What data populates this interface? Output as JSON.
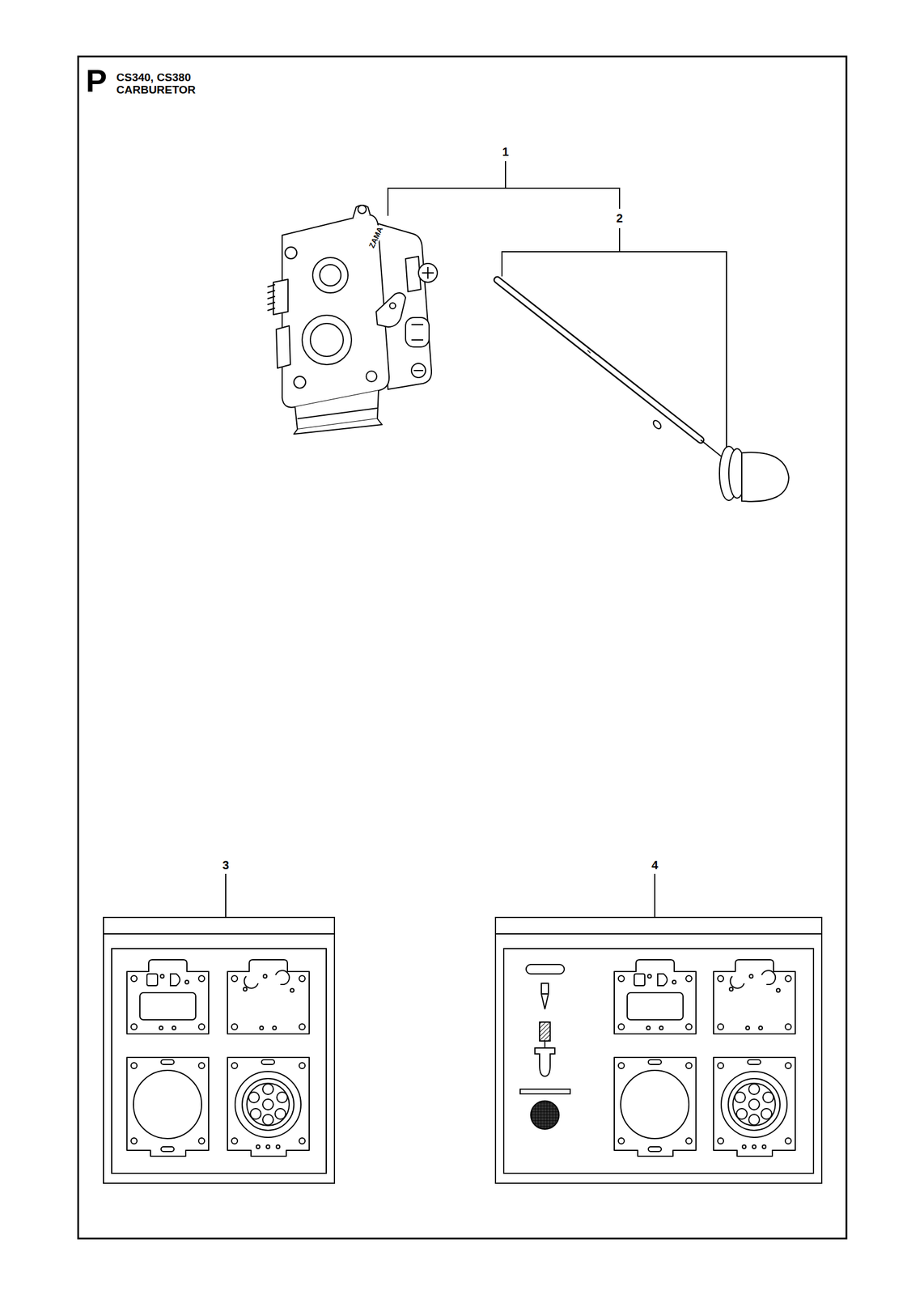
{
  "diagram": {
    "title": "CS340, CS380 CARBURETOR",
    "labels": [
      "P",
      "1",
      "2",
      "3",
      "4",
      "ZAMA"
    ]
  }
}
